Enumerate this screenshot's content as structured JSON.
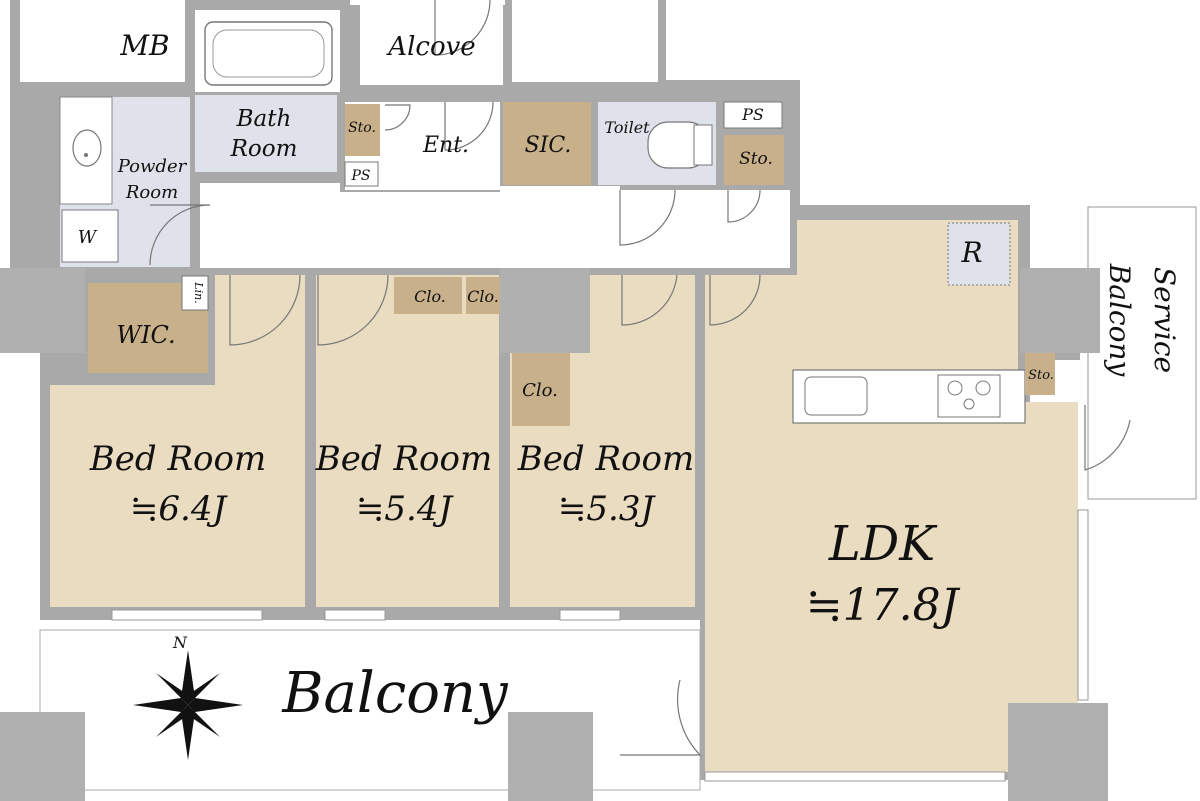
{
  "labels": {
    "mb": "MB",
    "alcove": "Alcove",
    "bath_line1": "Bath",
    "bath_line2": "Room",
    "powder_line1": "Powder",
    "powder_line2": "Room",
    "washer": "W",
    "sto_entrance": "Sto.",
    "ps_entrance": "PS",
    "entrance": "Ent.",
    "sic": "SIC.",
    "toilet": "Toilet",
    "ps_toilet": "PS",
    "sto_toilet": "Sto.",
    "refrigerator": "R",
    "service_balcony_line1": "Service",
    "service_balcony_line2": "Balcony",
    "sto_kitchen": "Sto.",
    "linen": "Lin.",
    "wic": "WIC.",
    "clo_a": "Clo.",
    "clo_b": "Clo.",
    "clo_c": "Clo.",
    "bed1_name": "Bed Room",
    "bed1_size": "≒6.4J",
    "bed2_name": "Bed Room",
    "bed2_size": "≒5.4J",
    "bed3_name": "Bed Room",
    "bed3_size": "≒5.3J",
    "ldk_name": "LDK",
    "ldk_size": "≒17.8J",
    "balcony": "Balcony",
    "north": "N"
  },
  "colors": {
    "wall": "#a9a9a9",
    "room_floor": "#e9dcc0",
    "storage_floor": "#c8b08a",
    "wet_area": "#dfe2ea",
    "corridor": "#ffffff",
    "column": "#b0b0b0"
  }
}
